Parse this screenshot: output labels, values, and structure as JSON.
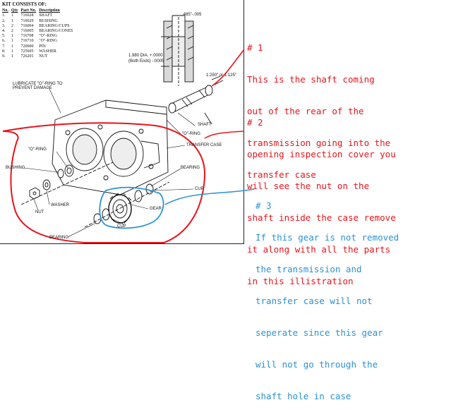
{
  "kit": {
    "title": "KIT CONSISTS OF:",
    "headers": [
      "No.",
      "Qty",
      "Part No.",
      "Description"
    ],
    "rows": [
      [
        "1.",
        "1",
        "716028",
        "SHAFT"
      ],
      [
        "2.",
        "1",
        "716029",
        "BUSHING"
      ],
      [
        "3.",
        "2",
        "716004",
        "BEARING/CUPS"
      ],
      [
        "4.",
        "2",
        "716005",
        "BEARING/CONES"
      ],
      [
        "5.",
        "1",
        "716708",
        "\"O\"-RING"
      ],
      [
        "6.",
        "1",
        "716710",
        "\"O\"-RING"
      ],
      [
        "7.",
        "1",
        "720000",
        "PIN"
      ],
      [
        "8.",
        "1",
        "725605",
        "WASHER"
      ],
      [
        "9.",
        "1",
        "726201",
        "NUT"
      ]
    ]
  },
  "labels": {
    "dim_top": ".485\"-.005",
    "dia_line1": "1.980 DIA. +.0000",
    "dia_line2": "(Both Ends) -.0005",
    "dim_right": "1.250\" or 1.125\"",
    "lubricate": "LUBRICATE \"O\"-RING TO PREVENT DAMAGE",
    "shaft": "SHAFT",
    "oring_right": "\"O\"-RING",
    "transfer_case": "TRANSFER CASE",
    "oring_left": "\"O\"-RING",
    "bushing": "BUSHING",
    "bearing_right": "BEARING",
    "cup_right": "CUP",
    "washer": "WASHER",
    "nut": "NUT",
    "gear": "GEAR",
    "cup_bottom": "CUP",
    "bearing_bottom": "BEARING"
  },
  "notes": [
    {
      "color": "#e8141b",
      "lines": [
        "# 1",
        "This is the shaft coming",
        "out of the rear of the",
        "transmission going into the",
        "transfer case"
      ]
    },
    {
      "color": "#e8141b",
      "lines": [
        "# 2",
        "opening inspection cover you",
        "will see the nut on the",
        "shaft inside the case remove",
        "it along with all the parts",
        "in this illistration"
      ]
    },
    {
      "color": "#2a92d6",
      "lines": [
        "# 3",
        "If this gear is not removed",
        "the transmission and",
        "transfer case will not",
        "seperate since this gear",
        "will not go through the",
        "shaft hole in case"
      ]
    }
  ],
  "colors": {
    "annotation_red": "#e8141b",
    "annotation_blue": "#2a92d6"
  }
}
